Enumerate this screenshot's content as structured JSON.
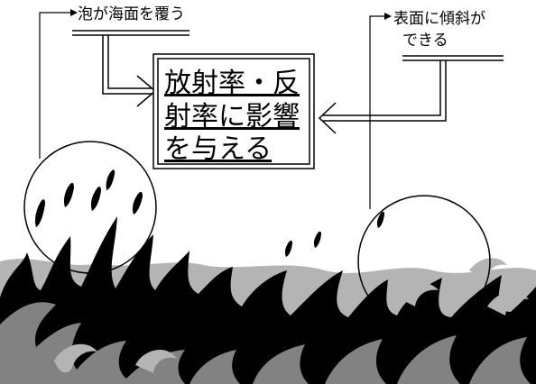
{
  "labels": {
    "left_label": "泡が海面を覆う",
    "right_label_line1": "表面に傾斜が",
    "right_label_line2": "できる",
    "center_line1": "放射率・反",
    "center_line2": "射率に影響",
    "center_line3": "を与える"
  },
  "icons": [
    "left-magnifier-circle",
    "right-magnifier-circle",
    "ocean-wave-illustration"
  ],
  "colors": {
    "wave_light": "#b4b4b4",
    "wave_mid": "#828282",
    "wave_dark": "#000000",
    "background": "#ffffff"
  }
}
